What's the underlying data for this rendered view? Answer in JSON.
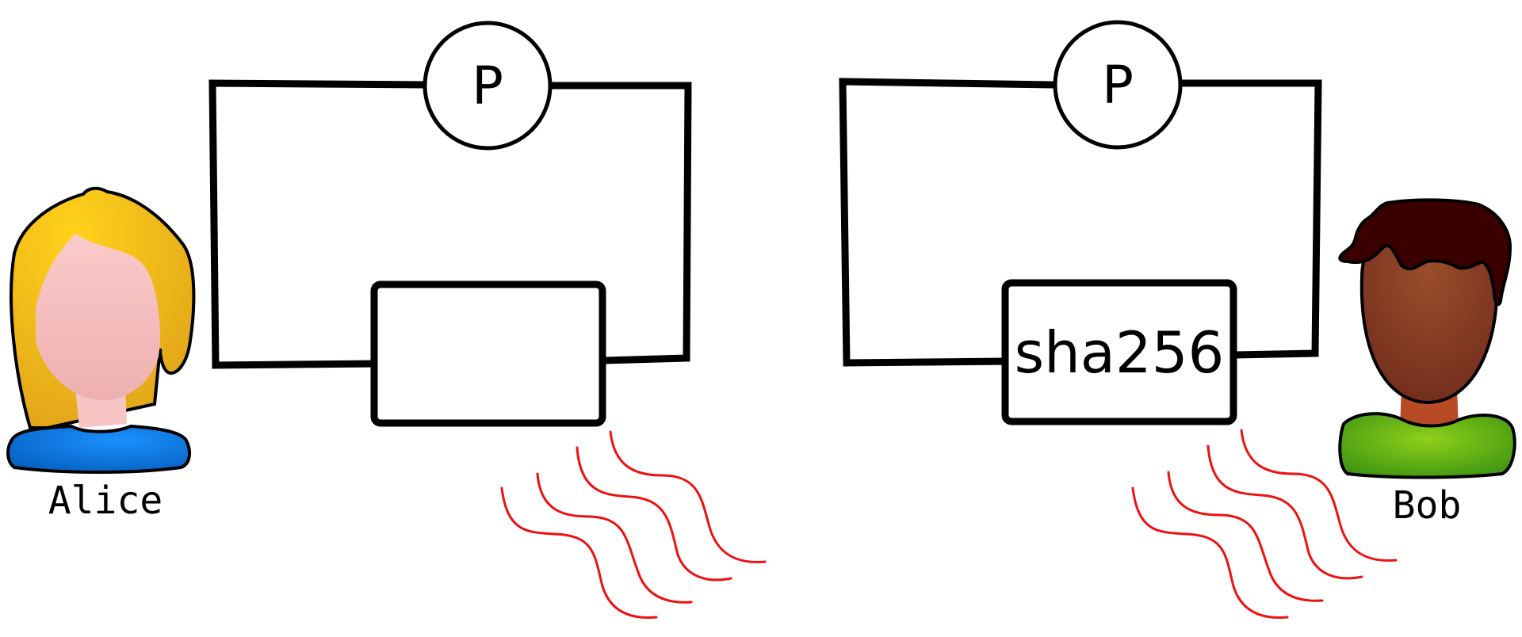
{
  "people": {
    "alice": {
      "name": "Alice"
    },
    "bob": {
      "name": "Bob"
    }
  },
  "left_circuit": {
    "meter_label": "P",
    "device_label": ""
  },
  "right_circuit": {
    "meter_label": "P",
    "device_label": "sha256"
  },
  "colors": {
    "wire": "#000000",
    "heat_waves": "#ee1111",
    "alice_hair": "#f2bd1a",
    "alice_shirt": "#0a7de8",
    "skin_light": "#f7c4c4",
    "bob_hair": "#3a0000",
    "bob_skin": "#8a3e26",
    "bob_shirt": "#7cc010"
  },
  "icons": {
    "alice": "woman-avatar-icon",
    "bob": "man-avatar-icon",
    "heat": "heat-waves-icon"
  }
}
